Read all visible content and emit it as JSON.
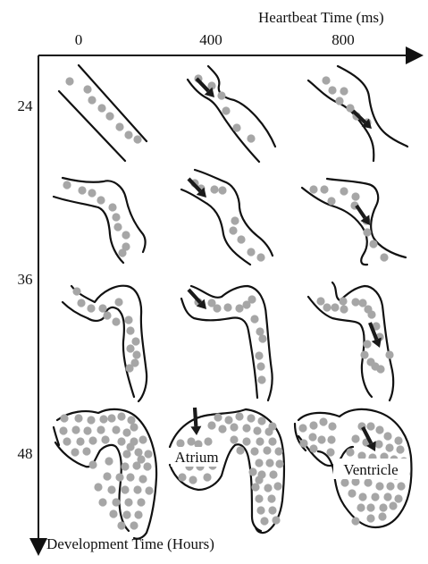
{
  "x_axis": {
    "title": "Heartbeat Time (ms)",
    "ticks": [
      "0",
      "400",
      "800"
    ]
  },
  "y_axis": {
    "title": "Development Time (Hours)",
    "ticks": [
      "24",
      "36",
      "48"
    ]
  },
  "annotations": {
    "atrium": "Atrium",
    "ventricle": "Ventricle"
  },
  "colors": {
    "outline": "#111111",
    "cell": "#a6a6a6",
    "arrow": "#1a1a1a"
  }
}
